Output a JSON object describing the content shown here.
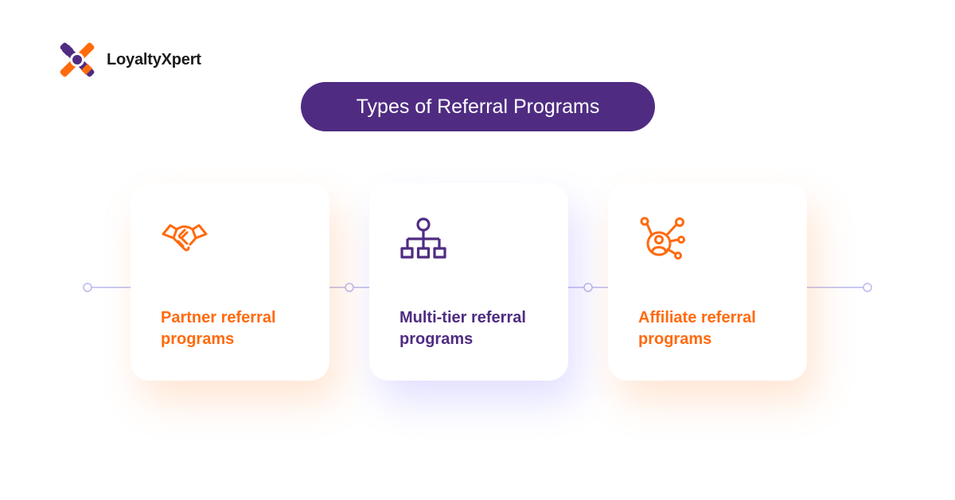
{
  "brand": {
    "name": "LoyaltyXpert"
  },
  "title": "Types of Referral Programs",
  "colors": {
    "purple": "#4f2c82",
    "orange": "#ff6a0d",
    "connector": "#b9b8ee"
  },
  "cards": [
    {
      "label": "Partner referral programs",
      "icon": "handshake-icon",
      "accent": "orange"
    },
    {
      "label": "Multi-tier referral programs",
      "icon": "hierarchy-icon",
      "accent": "purple"
    },
    {
      "label": "Affiliate referral programs",
      "icon": "affiliate-network-icon",
      "accent": "orange"
    }
  ]
}
